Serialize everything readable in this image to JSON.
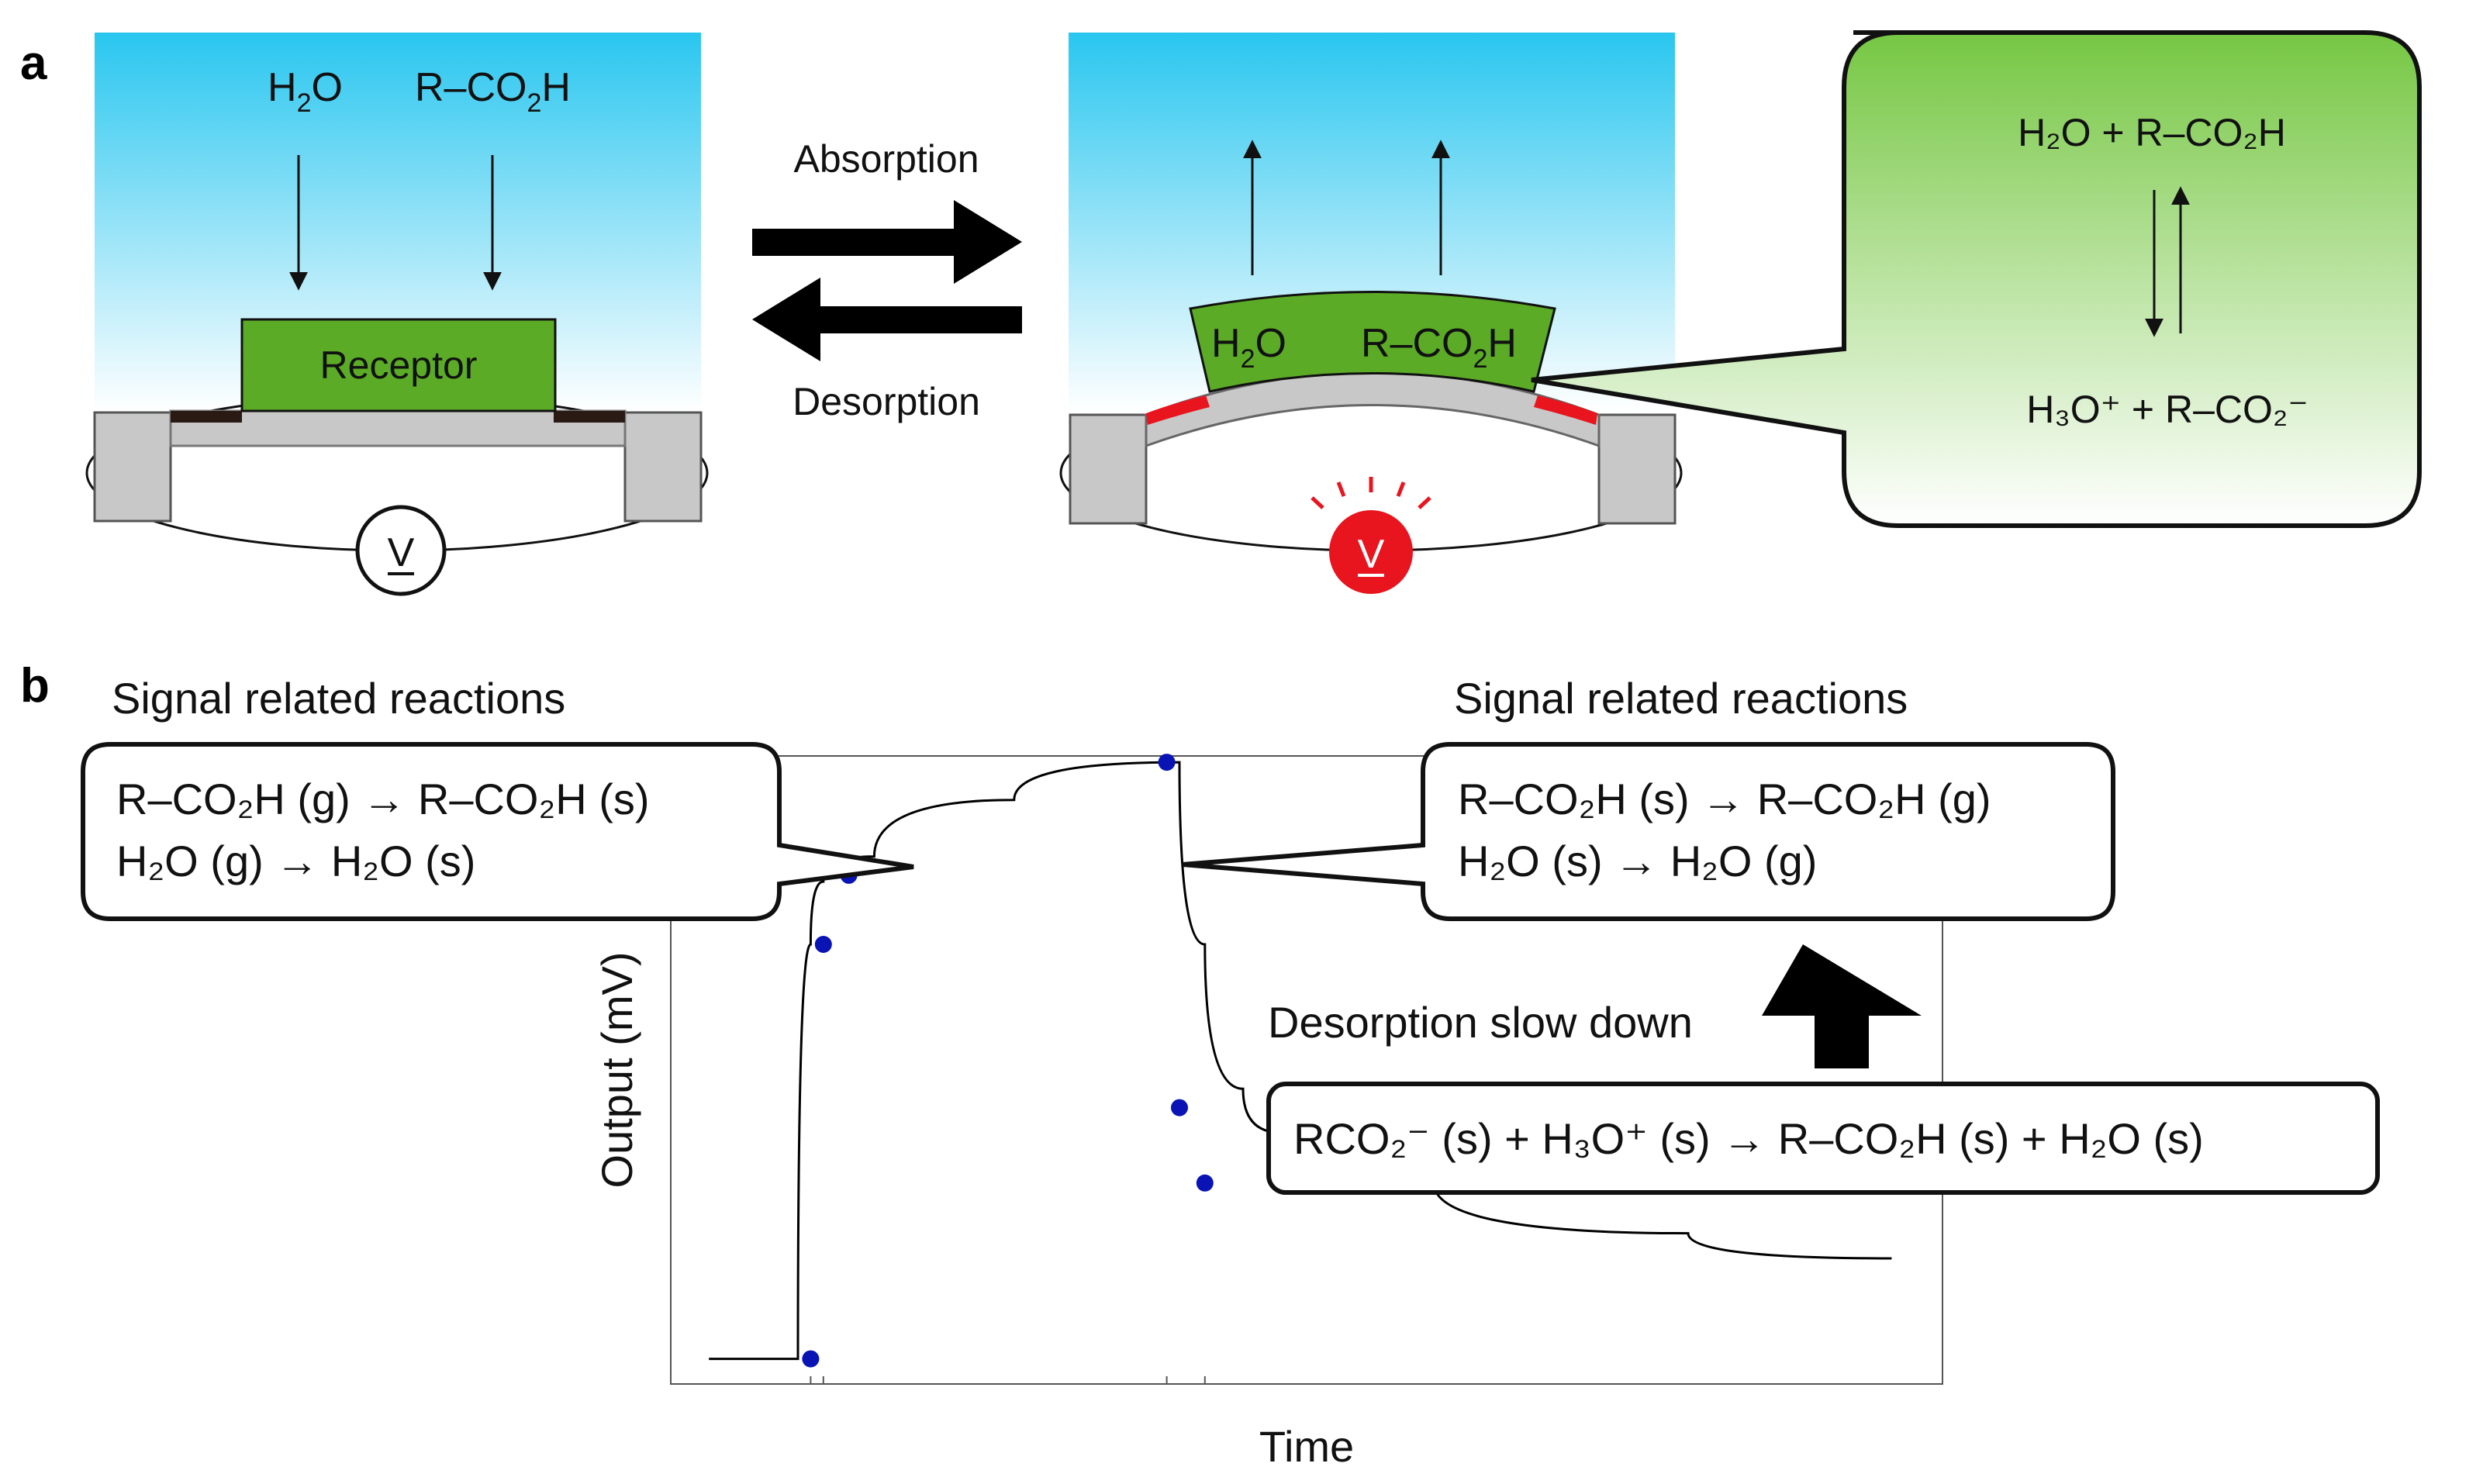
{
  "panel_a": {
    "label": "a",
    "left": {
      "h2o_main": "H",
      "h2o_sub": "2",
      "h2o_tail": "O",
      "acid_main": "R–CO",
      "acid_sub": "2",
      "acid_tail": "H",
      "receptor_label": "Receptor",
      "voltmeter_symbol": "V"
    },
    "arrows": {
      "absorption": "Absorption",
      "desorption": "Desorption"
    },
    "right": {
      "h2o_main": "H",
      "h2o_sub": "2",
      "h2o_tail": "O",
      "acid_main": "R–CO",
      "acid_sub": "2",
      "acid_tail": "H",
      "voltmeter_symbol": "V"
    },
    "callout": {
      "top_line": "H₂O + R–CO₂H",
      "bottom_line": "H₃O⁺ + R–CO₂⁻"
    }
  },
  "panel_b": {
    "label": "b",
    "left_heading": "Signal related reactions",
    "left_line1": "R–CO₂H (g) → R–CO₂H (s)",
    "left_line2": "H₂O (g) → H₂O (s)",
    "right_heading": "Signal related reactions",
    "right_line1": "R–CO₂H (s) → R–CO₂H (g)",
    "right_line2": "H₂O (s) → H₂O (g)",
    "slow_down": "Desorption slow down",
    "reaction_box": "RCO₂⁻ (s) + H₃O⁺ (s) → R–CO₂H (s) + H₂O (s)"
  },
  "chart_data": {
    "type": "line",
    "xlabel": "Time",
    "ylabel": "Output (mV)",
    "xlim": [
      0,
      100
    ],
    "ylim": [
      0,
      100
    ],
    "grid": false,
    "series": [
      {
        "values": [
          {
            "x": 3,
            "y": 4
          },
          {
            "x": 10,
            "y": 4
          },
          {
            "x": 11,
            "y": 70
          },
          {
            "x": 12,
            "y": 80
          },
          {
            "x": 16,
            "y": 84
          },
          {
            "x": 27,
            "y": 93
          },
          {
            "x": 40,
            "y": 99
          },
          {
            "x": 42,
            "y": 70
          },
          {
            "x": 45,
            "y": 47
          },
          {
            "x": 48,
            "y": 40
          },
          {
            "x": 60,
            "y": 32
          },
          {
            "x": 80,
            "y": 24
          },
          {
            "x": 96,
            "y": 20
          }
        ]
      }
    ],
    "markers": [
      {
        "x": 11,
        "y": 4
      },
      {
        "x": 12,
        "y": 70
      },
      {
        "x": 14,
        "y": 81
      },
      {
        "x": 39,
        "y": 99
      },
      {
        "x": 40,
        "y": 44
      },
      {
        "x": 42,
        "y": 32
      }
    ],
    "colors": {
      "line": "#000000",
      "marker": "#0a14b4"
    }
  }
}
